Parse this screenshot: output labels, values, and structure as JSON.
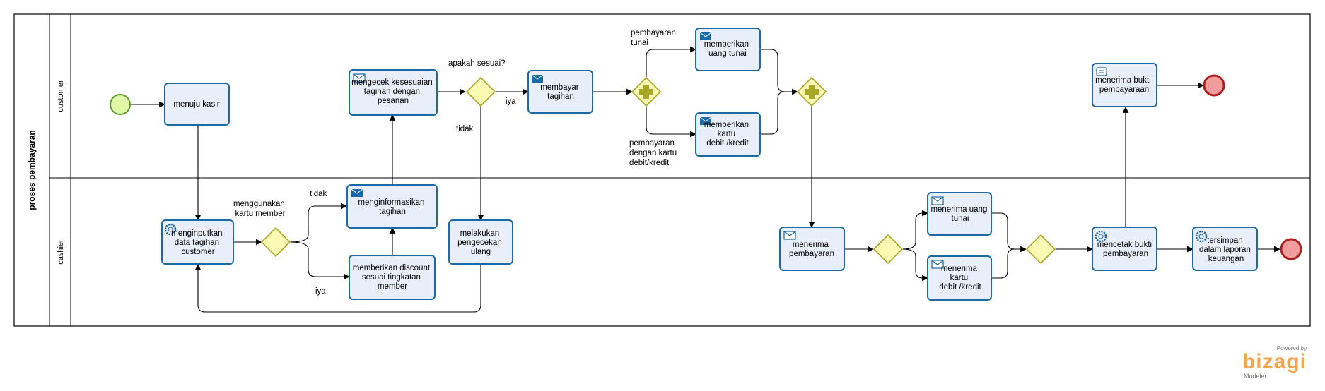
{
  "pool": {
    "label": "proses pembayaran"
  },
  "lanes": {
    "customer": "customer",
    "cashier": "cashier"
  },
  "tasks": {
    "menuju_kasir": [
      "menuju kasir"
    ],
    "menginputkan": [
      "menginputkan",
      "data tagihan",
      "customer"
    ],
    "menginformasikan": [
      "menginformasikan",
      "tagihan"
    ],
    "discount": [
      "memberikan discount",
      "sesuai tingkatan",
      "member"
    ],
    "mengecek": [
      "mengecek kesesuaian",
      "tagihan dengan",
      "pesanan"
    ],
    "pengecekan": [
      "melakukan",
      "pengecekan",
      "ulang"
    ],
    "membayar": [
      "membayar",
      "tagihan"
    ],
    "uang_tunai": [
      "memberikan",
      "uang tunai"
    ],
    "kartu": [
      "memberikan",
      "kartu",
      "debit /kredit"
    ],
    "menerima_pembayaran": [
      "menerima",
      "pembayaran"
    ],
    "menerima_tunai": [
      "menerima uang",
      "tunai"
    ],
    "menerima_kartu": [
      "menerima",
      "kartu",
      "debit /kredit"
    ],
    "mencetak": [
      "mencetak bukti",
      "pembayaran"
    ],
    "tersimpan": [
      "tersimpan",
      "dalam laporan",
      "keuangan"
    ],
    "menerima_bukti": [
      "menerima bukti",
      "pembayaraan"
    ]
  },
  "labels": {
    "member_q": [
      "menggunakan",
      "kartu member"
    ],
    "tidak_1": "tidak",
    "iya_1": "iya",
    "sesuai_q": "apakah sesuai?",
    "iya_2": "iya",
    "tidak_2": "tidak",
    "tunai": [
      "pembayaran",
      "tunai"
    ],
    "kartu": [
      "pembayaran",
      "dengan kartu",
      "debit/kredit"
    ]
  },
  "brand": {
    "powered": "Powered by",
    "logo": "bizagi",
    "sub": "Modeler"
  },
  "colors": {
    "task_fill": "#e8eefa",
    "task_stroke": "#1d69a3",
    "gateway_fill": "#fafab4",
    "gateway_stroke": "#a8a828",
    "start_fill": "#dff7a6",
    "start_stroke": "#5b9a2a",
    "end_fill": "#f19d9d",
    "end_stroke": "#b01f1f"
  }
}
